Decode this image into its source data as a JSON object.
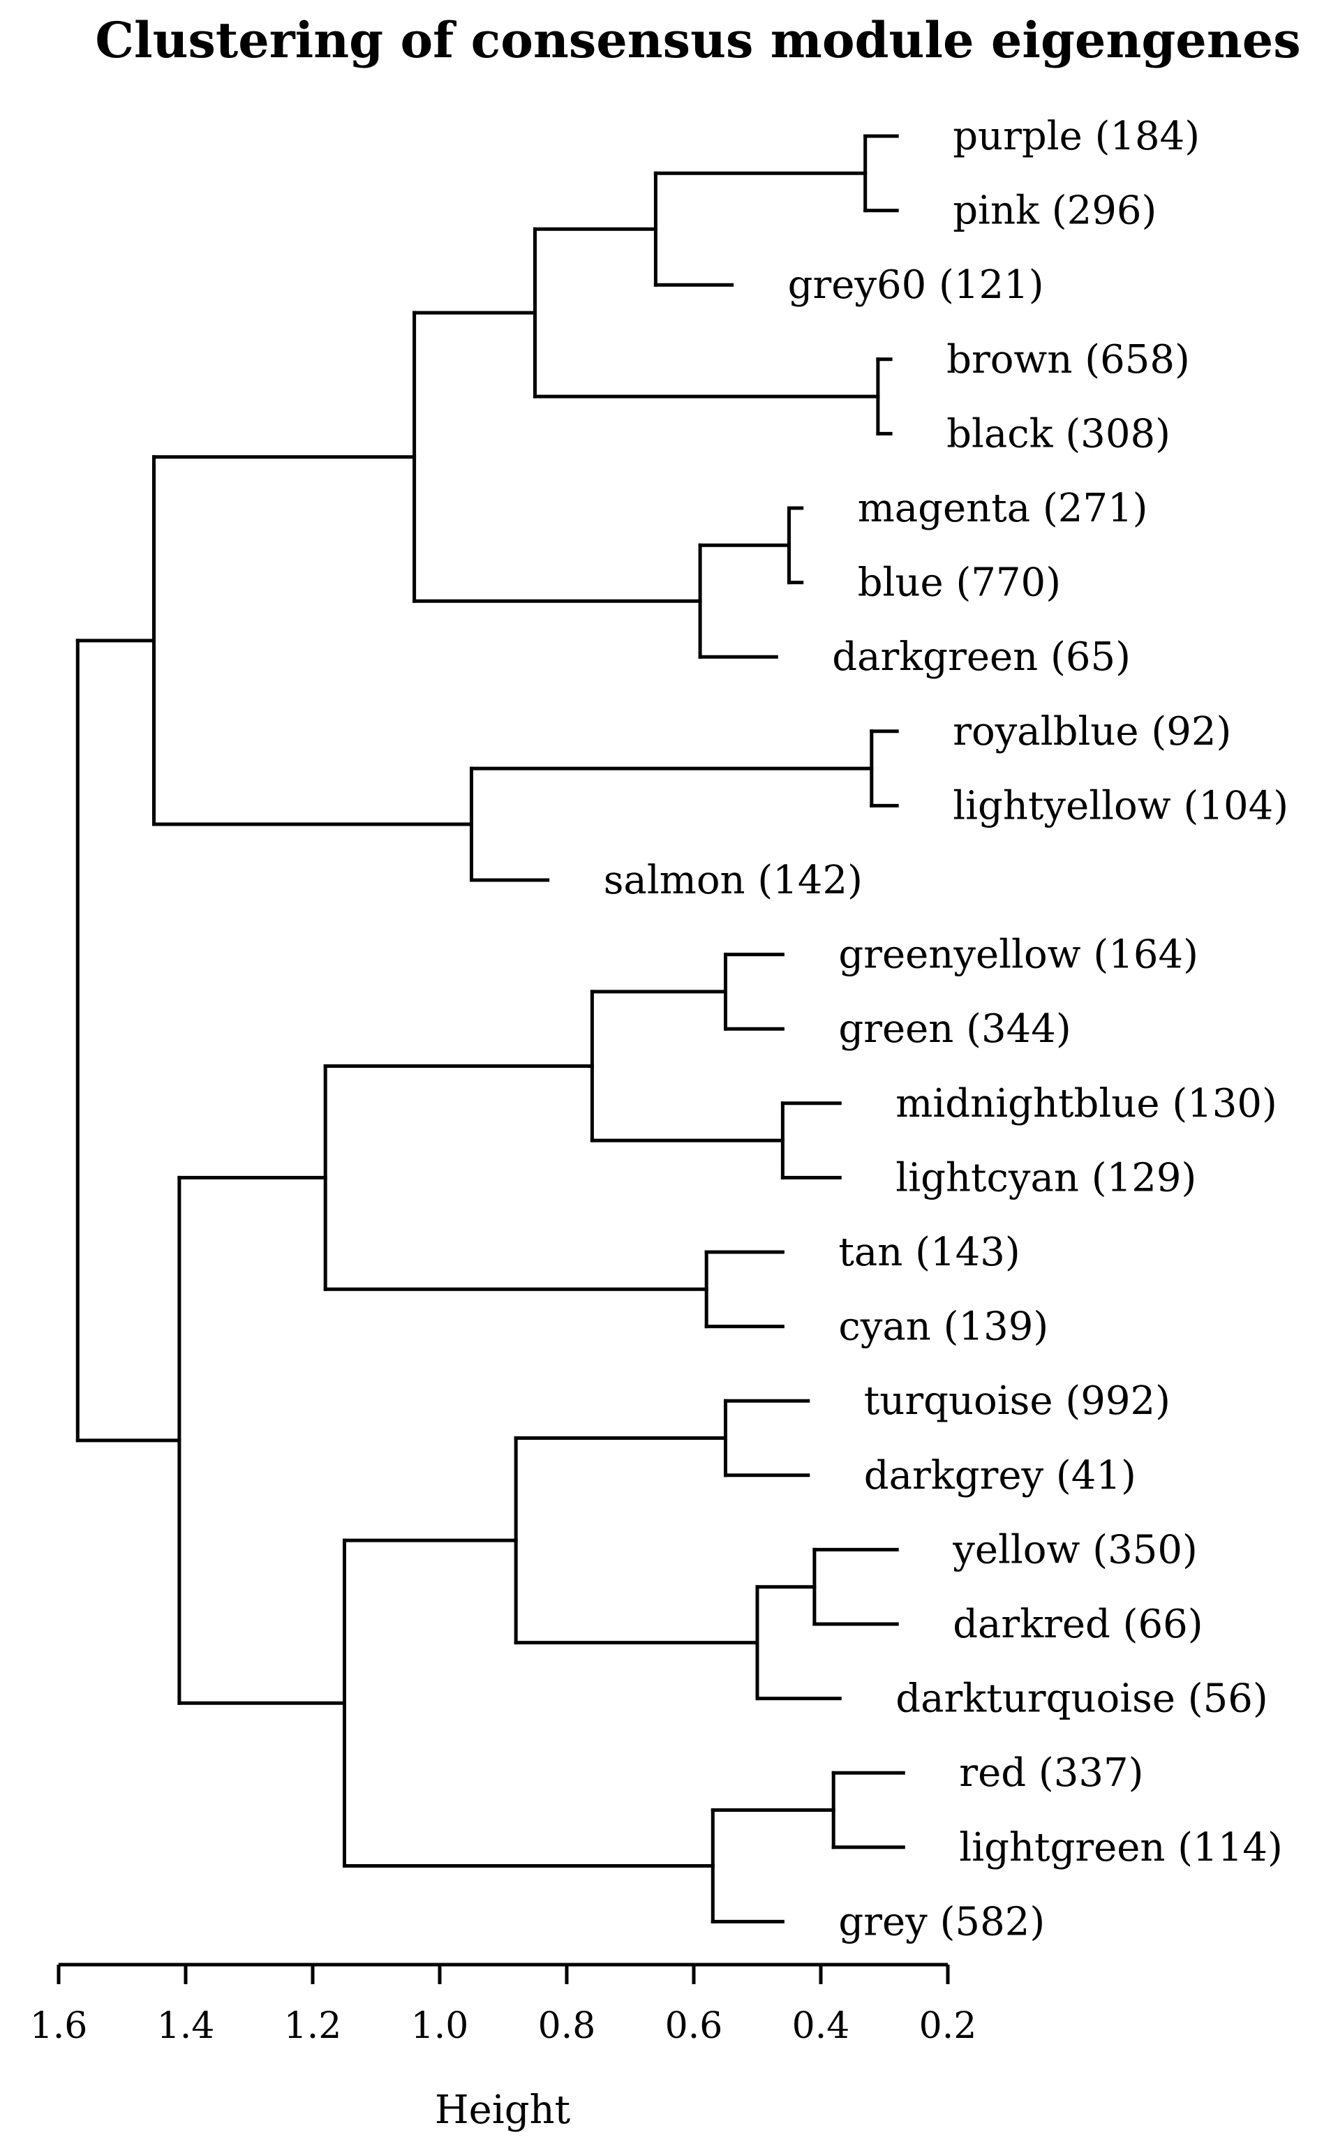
{
  "chart_data": {
    "type": "dendrogram",
    "title": "Clustering of consensus module eigengenes",
    "xlabel": "Height",
    "xlim": [
      1.6,
      0.2
    ],
    "x_ticks": [
      "1.6",
      "1.4",
      "1.2",
      "1.0",
      "0.8",
      "0.6",
      "0.4",
      "0.2"
    ],
    "tick_values": [
      1.6,
      1.4,
      1.2,
      1.0,
      0.8,
      0.6,
      0.4,
      0.2
    ],
    "line_color": "#000000",
    "leaves": [
      {
        "label": "purple (184)",
        "height": 0.28
      },
      {
        "label": "pink (296)",
        "height": 0.28
      },
      {
        "label": "grey60 (121)",
        "height": 0.54
      },
      {
        "label": "brown (658)",
        "height": 0.29
      },
      {
        "label": "black (308)",
        "height": 0.29
      },
      {
        "label": "magenta (271)",
        "height": 0.43
      },
      {
        "label": "blue (770)",
        "height": 0.43
      },
      {
        "label": "darkgreen (65)",
        "height": 0.47
      },
      {
        "label": "royalblue (92)",
        "height": 0.28
      },
      {
        "label": "lightyellow (104)",
        "height": 0.28
      },
      {
        "label": "salmon (142)",
        "height": 0.83
      },
      {
        "label": "greenyellow (164)",
        "height": 0.46
      },
      {
        "label": "green (344)",
        "height": 0.46
      },
      {
        "label": "midnightblue (130)",
        "height": 0.37
      },
      {
        "label": "lightcyan (129)",
        "height": 0.37
      },
      {
        "label": "tan (143)",
        "height": 0.46
      },
      {
        "label": "cyan (139)",
        "height": 0.46
      },
      {
        "label": "turquoise (992)",
        "height": 0.42
      },
      {
        "label": "darkgrey (41)",
        "height": 0.42
      },
      {
        "label": "yellow (350)",
        "height": 0.28
      },
      {
        "label": "darkred (66)",
        "height": 0.28
      },
      {
        "label": "darkturquoise (56)",
        "height": 0.37
      },
      {
        "label": "red (337)",
        "height": 0.27
      },
      {
        "label": "lightgreen (114)",
        "height": 0.27
      },
      {
        "label": "grey (582)",
        "height": 0.46
      }
    ],
    "merges": [
      {
        "left": 0,
        "right": 1,
        "height": 0.33
      },
      {
        "left": "m0",
        "right": 2,
        "height": 0.66
      },
      {
        "left": 3,
        "right": 4,
        "height": 0.31
      },
      {
        "left": "m1",
        "right": "m2",
        "height": 0.85
      },
      {
        "left": 5,
        "right": 6,
        "height": 0.45
      },
      {
        "left": "m4",
        "right": 7,
        "height": 0.59
      },
      {
        "left": "m3",
        "right": "m5",
        "height": 1.04
      },
      {
        "left": 8,
        "right": 9,
        "height": 0.32
      },
      {
        "left": "m7",
        "right": 10,
        "height": 0.95
      },
      {
        "left": "m6",
        "right": "m8",
        "height": 1.45
      },
      {
        "left": 11,
        "right": 12,
        "height": 0.55
      },
      {
        "left": 13,
        "right": 14,
        "height": 0.46
      },
      {
        "left": "m10",
        "right": "m11",
        "height": 0.76
      },
      {
        "left": 15,
        "right": 16,
        "height": 0.58
      },
      {
        "left": "m12",
        "right": "m13",
        "height": 1.18
      },
      {
        "left": 17,
        "right": 18,
        "height": 0.55
      },
      {
        "left": 19,
        "right": 20,
        "height": 0.41
      },
      {
        "left": "m16",
        "right": 21,
        "height": 0.5
      },
      {
        "left": "m15",
        "right": "m17",
        "height": 0.88
      },
      {
        "left": 22,
        "right": 23,
        "height": 0.38
      },
      {
        "left": "m19",
        "right": 24,
        "height": 0.57
      },
      {
        "left": "m18",
        "right": "m20",
        "height": 1.15
      },
      {
        "left": "m14",
        "right": "m21",
        "height": 1.41
      },
      {
        "left": "m9",
        "right": "m22",
        "height": 1.57
      }
    ]
  }
}
